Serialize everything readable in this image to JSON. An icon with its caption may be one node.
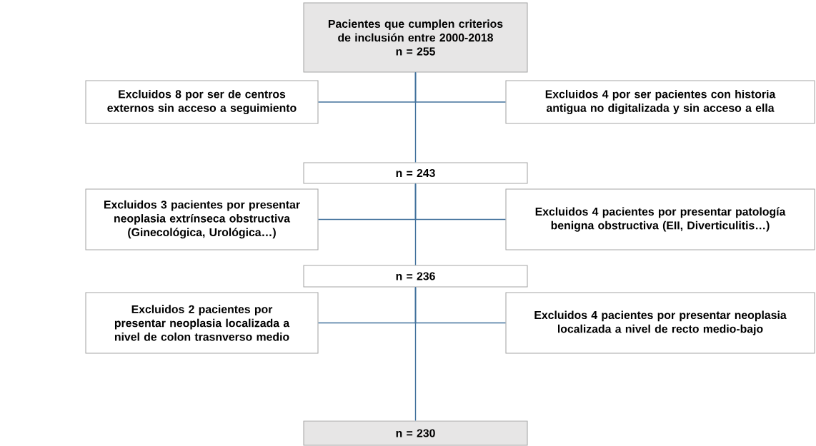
{
  "diagram": {
    "nodes": [
      {
        "text": [
          "Pacientes que cumplen criterios de inclusión entre 2000-2018",
          "n = 255"
        ]
      },
      {
        "text": [
          "Excluidos 8 por ser de centros externos sin acceso a seguimiento"
        ]
      },
      {
        "text": [
          "Excluidos 4 por ser pacientes con historia antigua no digitalizada y sin acceso a ella"
        ]
      },
      {
        "text": [
          "n = 243"
        ]
      },
      {
        "text": [
          "Excluidos 3 pacientes por presentar neoplasia extrínseca obstructiva (Ginecológica, Urológica…)"
        ]
      },
      {
        "text": [
          "Excluidos 4 pacientes por presentar patología benigna obstructiva (EII, Diverticulitis…)"
        ]
      },
      {
        "text": [
          "n = 236"
        ]
      },
      {
        "text": [
          "Excluidos 2 pacientes por presentar neoplasia localizada a nivel de colon trasnverso medio"
        ]
      },
      {
        "text": [
          "Excluidos 4 pacientes por presentar neoplasia localizada a nivel de recto medio-bajo"
        ]
      },
      {
        "text": [
          "n = 230"
        ]
      }
    ],
    "edges": [
      {
        "from": 0,
        "to": 1,
        "arrow": "none"
      },
      {
        "from": 0,
        "to": 2,
        "arrow": "none"
      },
      {
        "from": 0,
        "to": 3,
        "arrow": "none"
      },
      {
        "from": 3,
        "to": 4,
        "arrow": "none"
      },
      {
        "from": 3,
        "to": 5,
        "arrow": "none"
      },
      {
        "from": 3,
        "to": 6,
        "arrow": "none"
      },
      {
        "from": 6,
        "to": 7,
        "arrow": "none"
      },
      {
        "from": 6,
        "to": 8,
        "arrow": "none"
      },
      {
        "from": 6,
        "to": 9,
        "arrow": "none"
      }
    ]
  }
}
